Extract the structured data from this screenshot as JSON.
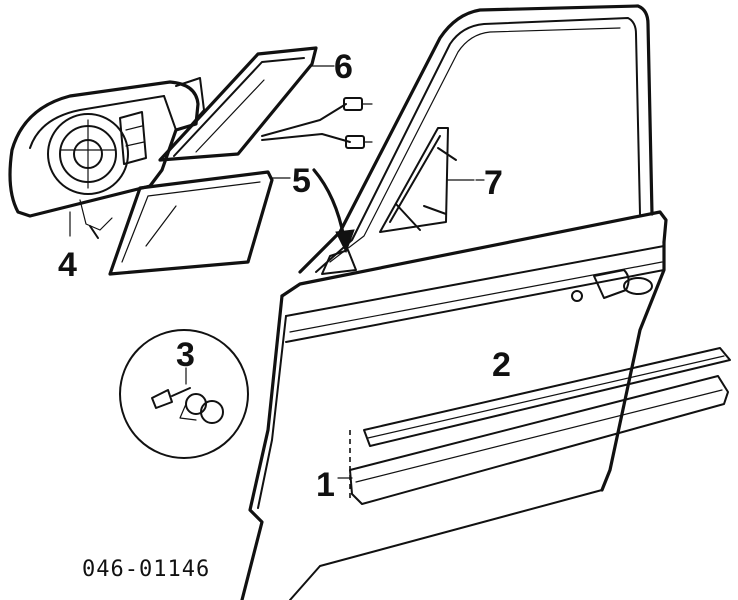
{
  "callouts": [
    {
      "id": "1",
      "label": "1"
    },
    {
      "id": "2",
      "label": "2"
    },
    {
      "id": "3",
      "label": "3"
    },
    {
      "id": "4",
      "label": "4"
    },
    {
      "id": "5",
      "label": "5"
    },
    {
      "id": "6",
      "label": "6"
    },
    {
      "id": "7",
      "label": "7"
    }
  ],
  "diagram_code": "046-01146"
}
